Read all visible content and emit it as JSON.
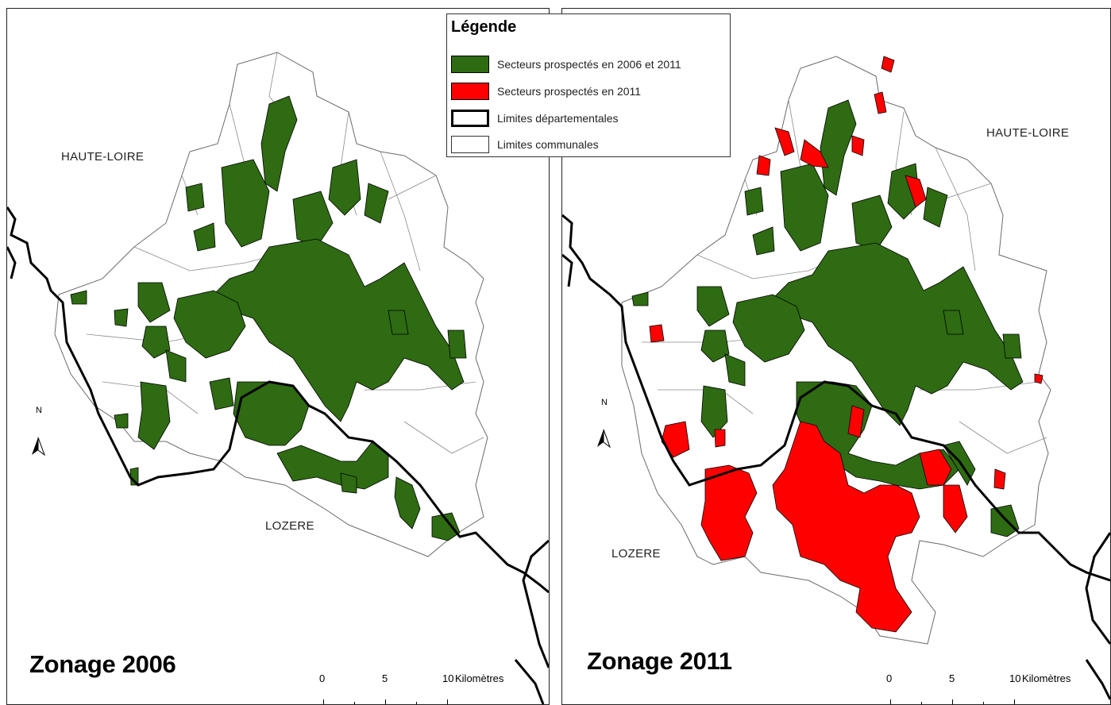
{
  "legend": {
    "title": "Légende",
    "items": [
      {
        "label": "Secteurs prospectés en 2006 et 2011",
        "fill": "#2e6b12",
        "stroke": "#000000",
        "style": "fill"
      },
      {
        "label": "Secteurs prospectés en 2011",
        "fill": "#ff0000",
        "stroke": "#000000",
        "style": "fill"
      },
      {
        "label": "Limites départementales",
        "fill": "#ffffff",
        "stroke": "#000000",
        "style": "thick-outline"
      },
      {
        "label": "Limites communales",
        "fill": "#ffffff",
        "stroke": "#333333",
        "style": "thin-outline"
      }
    ]
  },
  "colors": {
    "sector_2006_2011": "#2e6b12",
    "sector_2011": "#ff0000",
    "boundary": "#000000",
    "commune_outline": "#6a6a6a"
  },
  "maps": [
    {
      "title": "Zonage 2006",
      "regions": [
        "HAUTE-LOIRE",
        "LOZERE"
      ],
      "north_label": "N",
      "scale": {
        "ticks": [
          "0",
          "5",
          "10"
        ],
        "unit": "Kilomètres"
      }
    },
    {
      "title": "Zonage 2011",
      "regions": [
        "HAUTE-LOIRE",
        "LOZERE"
      ],
      "north_label": "N",
      "scale": {
        "ticks": [
          "0",
          "5",
          "10"
        ],
        "unit": "Kilomètres"
      }
    }
  ]
}
